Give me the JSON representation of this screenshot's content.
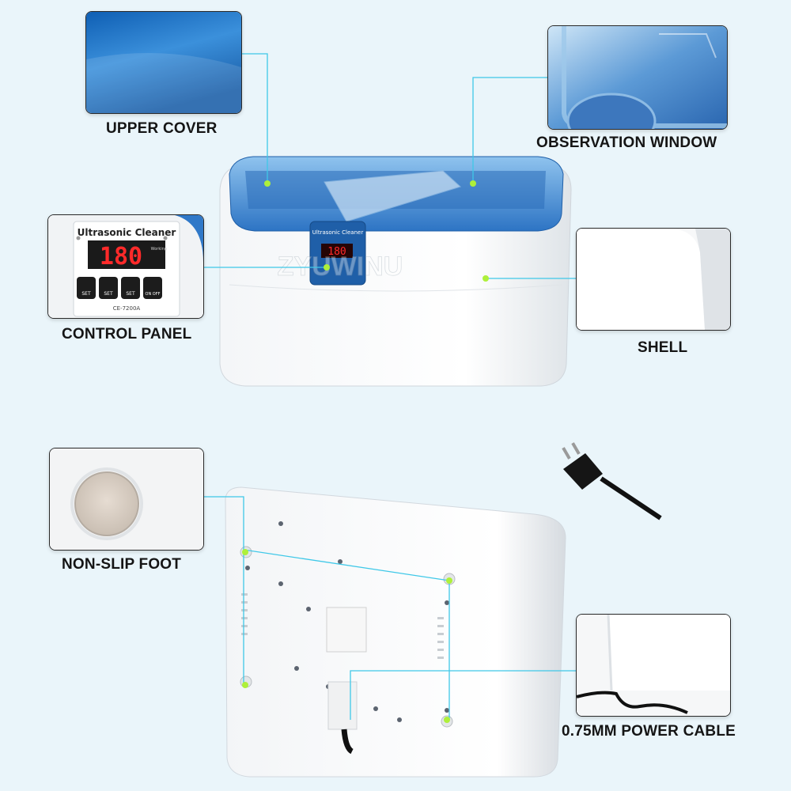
{
  "labels": {
    "upper_cover": "UPPER COVER",
    "observation_window": "OBSERVATION WINDOW",
    "control_panel": "CONTROL PANEL",
    "shell": "SHELL",
    "non_slip_foot": "NON-SLIP FOOT",
    "power_cable": "0.75MM POWER CABLE"
  },
  "device": {
    "brand_text": "Ultrasonic Cleaner",
    "display_value": "180",
    "model": "CE-7200A",
    "indicator_label": "Working",
    "buttons": [
      "SET",
      "SET",
      "SET",
      "ON OFF"
    ],
    "watermark": "ZYUWINU"
  },
  "colors": {
    "accent_blue": "#2f78c8",
    "leader_cyan": "#3fc8e8",
    "dot_green": "#aef03a",
    "display_red": "#ff2a2a"
  }
}
